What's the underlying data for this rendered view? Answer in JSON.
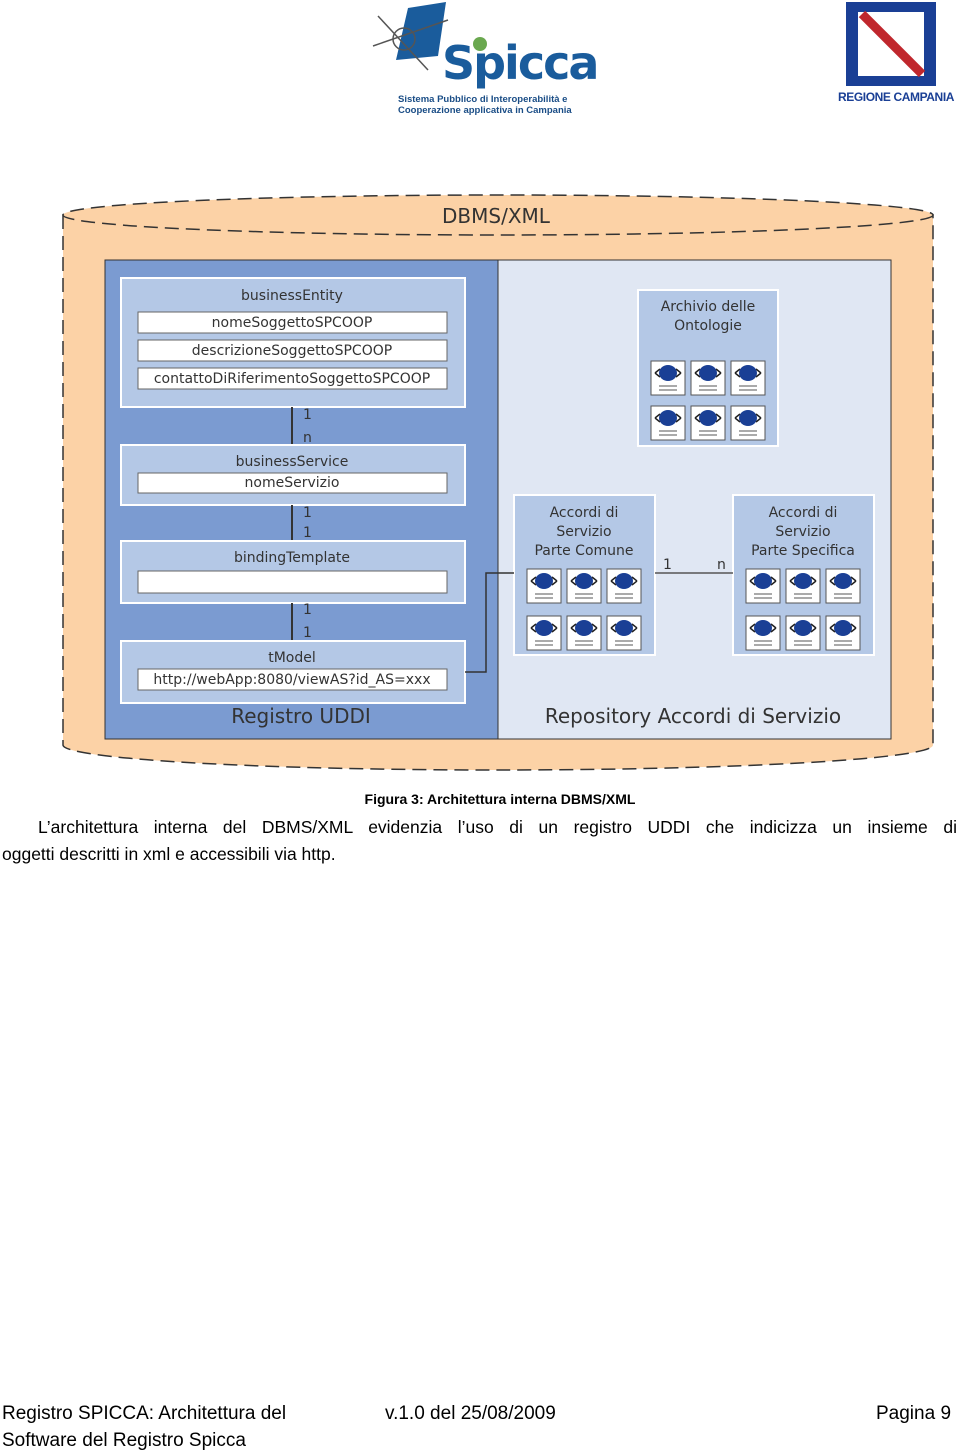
{
  "header": {
    "spicca_logo": {
      "word": "Spicca",
      "tagline_1": "Sistema Pubblico di Interoperabilità e",
      "tagline_2": "Cooperazione applicativa in Campania"
    },
    "campania_logo": {
      "label": "REGIONE CAMPANIA"
    }
  },
  "diagram": {
    "outer_title": "DBMS/XML",
    "registro": {
      "title": "Registro UDDI",
      "business_entity": {
        "title": "businessEntity",
        "fields": [
          "nomeSoggettoSPCOOP",
          "descrizioneSoggettoSPCOOP",
          "contattoDiRiferimentoSoggettoSPCOOP"
        ]
      },
      "rel1": [
        "1",
        "n"
      ],
      "business_service": {
        "title": "businessService",
        "field": "nomeServizio"
      },
      "rel2": [
        "1",
        "1"
      ],
      "binding_template": {
        "title": "bindingTemplate",
        "field": ""
      },
      "rel3": [
        "1",
        "1"
      ],
      "tmodel": {
        "title": "tModel",
        "field": "http://webApp:8080/viewAS?id_AS=xxx"
      }
    },
    "repository": {
      "title": "Repository Accordi di Servizio",
      "archivio": [
        "Archivio delle",
        "Ontologie"
      ],
      "comune": [
        "Accordi di",
        "Servizio",
        "Parte Comune"
      ],
      "specifica": [
        "Accordi di",
        "Servizio",
        "Parte Specifica"
      ],
      "rel": [
        "1",
        "n"
      ]
    }
  },
  "caption": "Figura 3: Architettura interna DBMS/XML",
  "paragraph": {
    "line1": "L’architettura interna del DBMS/XML evidenzia l’uso di un registro UDDI che indicizza un insieme di",
    "line2": "oggetti descritti in xml e accessibili via http."
  },
  "footer": {
    "left_1": "Registro SPICCA: Architettura del",
    "left_2": "Software del Registro Spicca",
    "version": "v.1.0 del 25/08/2009",
    "page": "Pagina 9"
  },
  "colors": {
    "cylinder": "#fcd2a6",
    "registro_bg": "#7b9bd1",
    "box_bg": "#b4c8e6",
    "repository_bg": "#e0e7f3",
    "logo_blue": "#1a5c9c",
    "region_blue": "#1a3f95"
  }
}
